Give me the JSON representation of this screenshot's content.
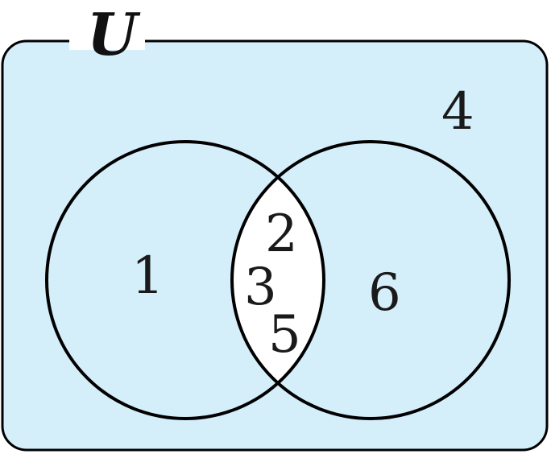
{
  "universe": {
    "label": "U",
    "fill_color": "#d4eefa",
    "outside_label": "4"
  },
  "set_a": {
    "only_label": "1"
  },
  "set_b": {
    "only_label": "6"
  },
  "intersection": {
    "fill_color": "#ffffff",
    "labels": [
      "2",
      "3",
      "5"
    ]
  },
  "stroke_color": "#000000"
}
